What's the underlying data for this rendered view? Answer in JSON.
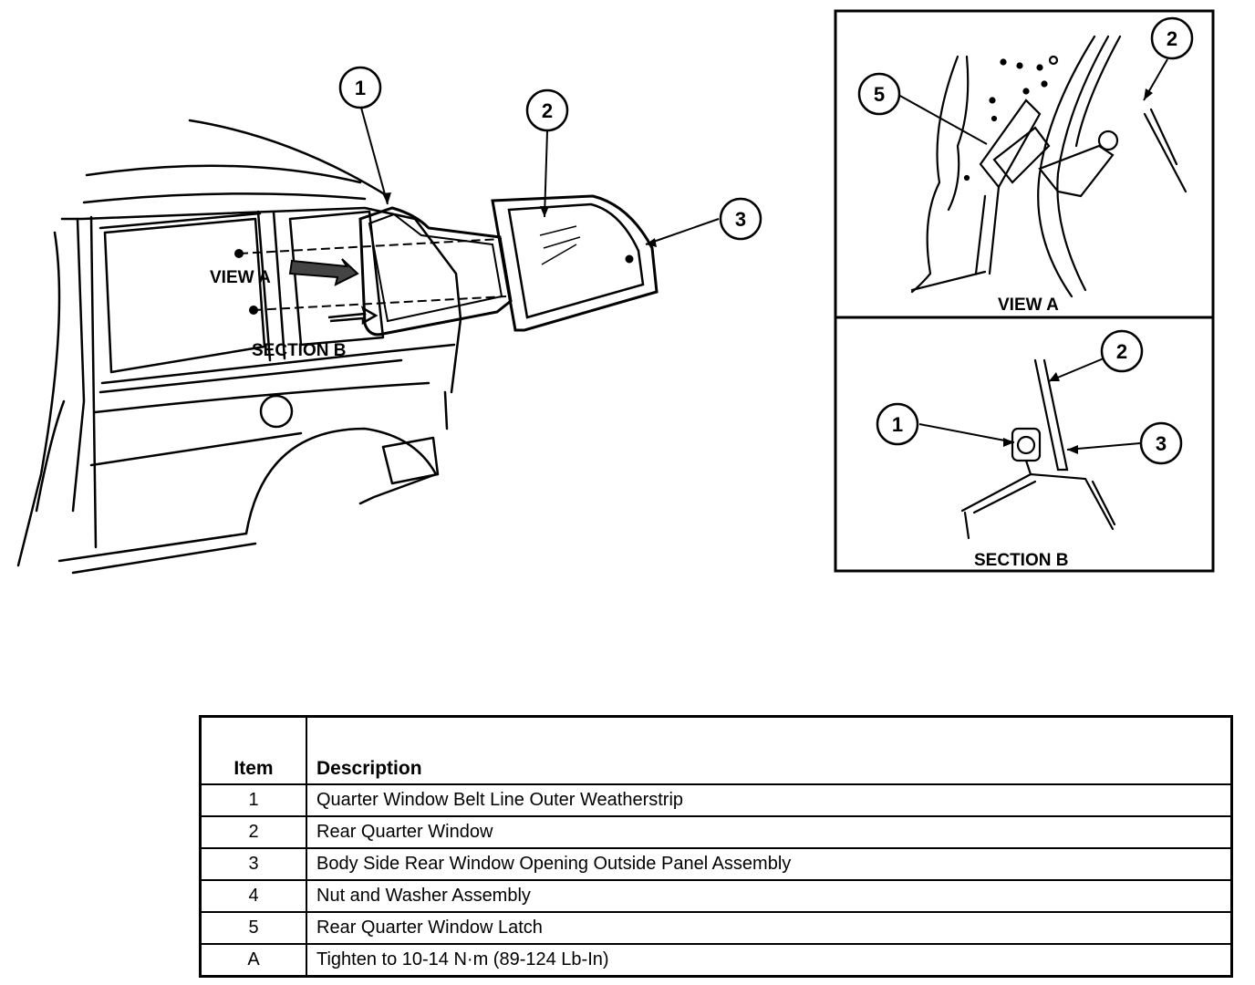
{
  "callouts": {
    "main": [
      "1",
      "2",
      "3"
    ],
    "view_a": [
      "2",
      "5"
    ],
    "section_b": [
      "2",
      "1",
      "3"
    ]
  },
  "labels": {
    "view_a_main": "VIEW A",
    "section_b_main": "SECTION B",
    "view_a_inset": "VIEW A",
    "section_b_inset": "SECTION B"
  },
  "table": {
    "headers": {
      "item": "Item",
      "description": "Description"
    },
    "rows": [
      {
        "item": "1",
        "description": "Quarter Window Belt Line Outer Weatherstrip"
      },
      {
        "item": "2",
        "description": "Rear Quarter Window"
      },
      {
        "item": "3",
        "description": "Body Side Rear Window Opening Outside Panel Assembly"
      },
      {
        "item": "4",
        "description": "Nut and Washer Assembly"
      },
      {
        "item": "5",
        "description": "Rear Quarter Window Latch"
      },
      {
        "item": "A",
        "description": "Tighten to 10-14 N·m (89-124 Lb-In)"
      }
    ]
  }
}
